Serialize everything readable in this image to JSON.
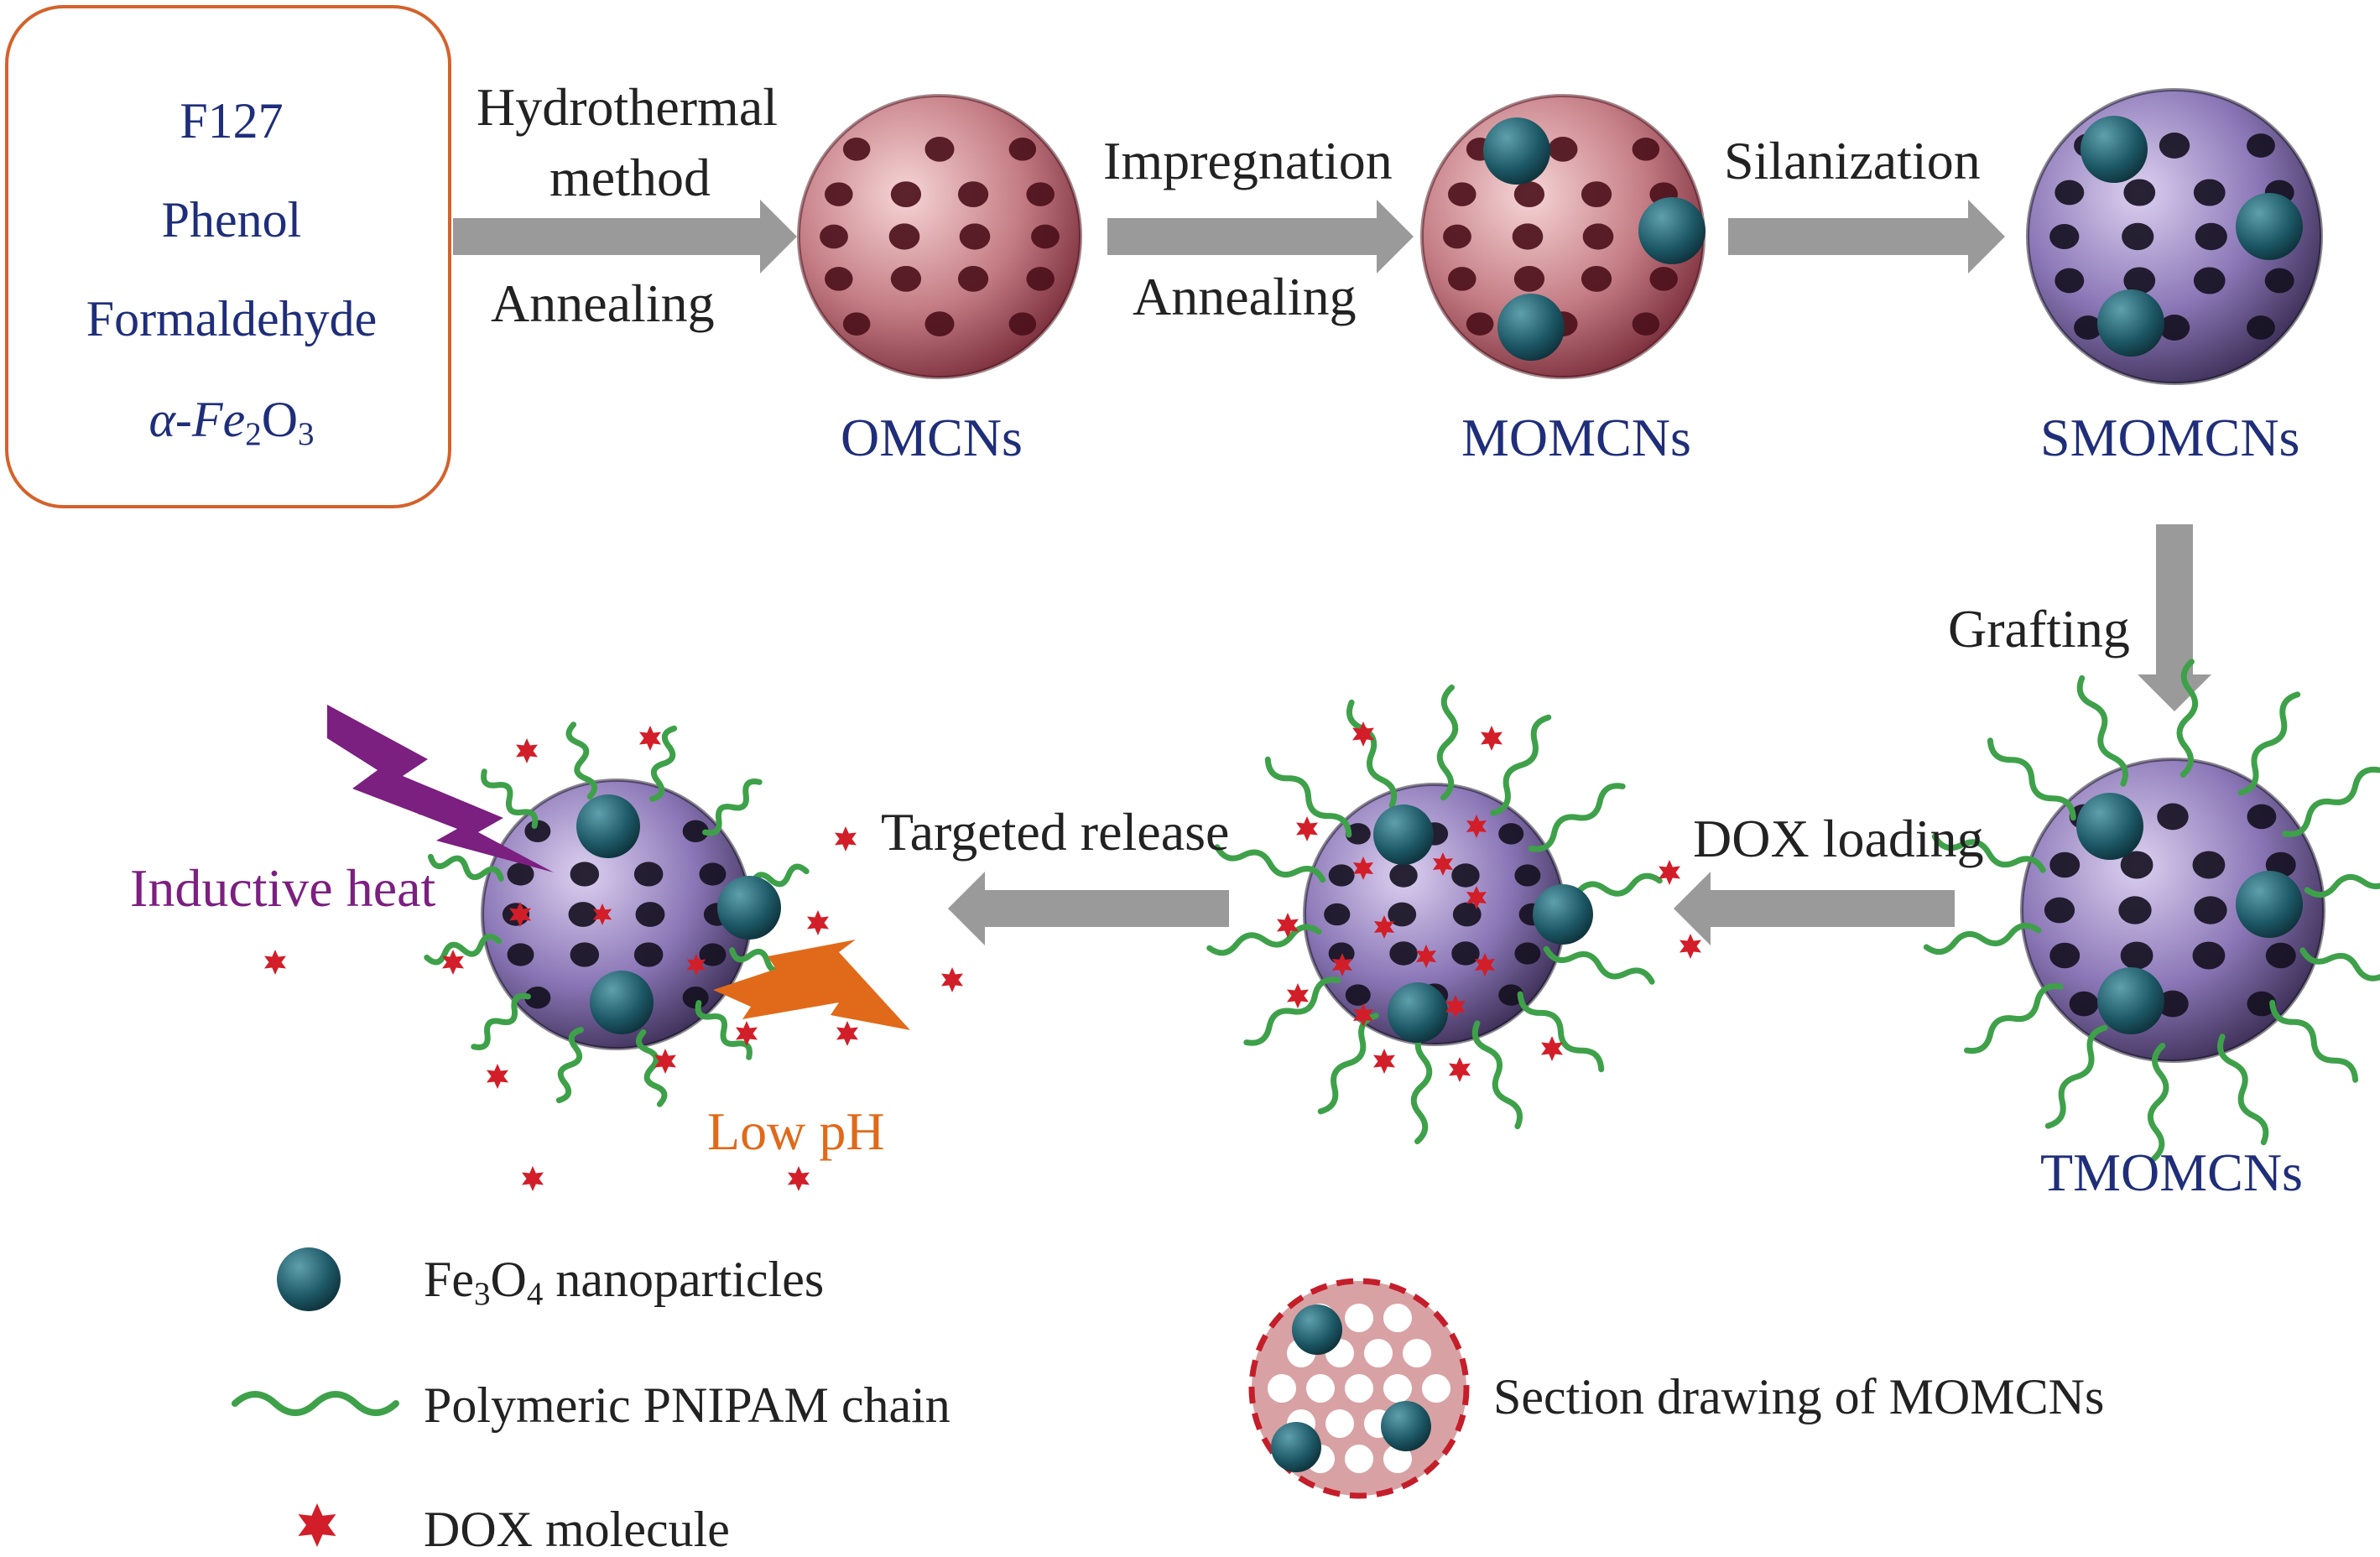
{
  "reagents": {
    "items": [
      "F127",
      "Phenol",
      "Formaldehyde"
    ],
    "fe2o3": {
      "prefix": "α-Fe",
      "sub1": "2",
      "mid": "O",
      "sub2": "3"
    }
  },
  "steps": {
    "step1_top": "Hydrothermal",
    "step1_top2": "method",
    "step1_bottom": "Annealing",
    "step2_top": "Impregnation",
    "step2_bottom": "Annealing",
    "step3": "Silanization",
    "step4": "Grafting",
    "step5": "DOX loading",
    "step6": "Targeted release"
  },
  "products": {
    "omcns": "OMCNs",
    "momcns": "MOMCNs",
    "smomcns": "SMOMCNs",
    "tmomcns": "TMOMCNs"
  },
  "stimuli": {
    "heat": "Inductive heat",
    "ph": "Low pH"
  },
  "legend": {
    "fe3o4": {
      "prefix": "Fe",
      "sub1": "3",
      "mid": "O",
      "sub2": "4",
      "suffix": " nanoparticles"
    },
    "pnipam": "Polymeric PNIPAM chain",
    "dox": "DOX molecule",
    "section": "Section drawing of MOMCNs"
  },
  "colors": {
    "box_border": "#d4622c",
    "label_navy": "#1f2e7a",
    "arrow_gray": "#9a9a9a",
    "sphere_red": "#b2525e",
    "sphere_purple": "#7d6aa8",
    "fe3o4_teal": "#1d5866",
    "chain_green": "#3ea14a",
    "dox_red": "#d21e28",
    "heat_purple": "#7b1f80",
    "ph_orange": "#e06a1a"
  }
}
